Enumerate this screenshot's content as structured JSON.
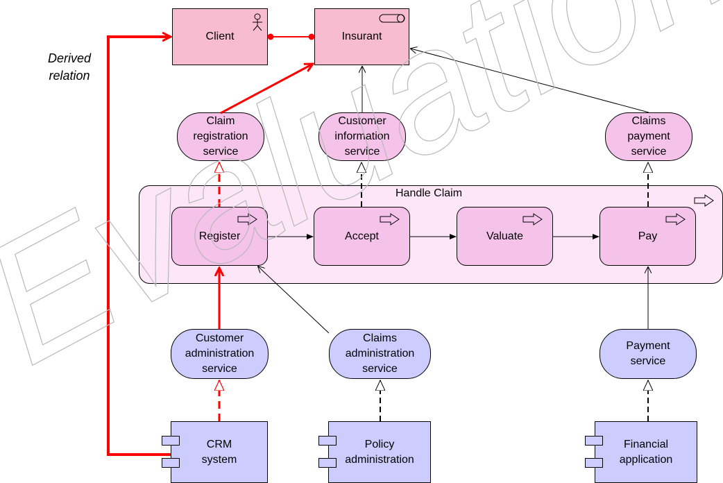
{
  "watermark": "Evaluation",
  "note": {
    "derived_relation": "Derived\nrelation"
  },
  "business_layer": {
    "actor": "Client",
    "role": "Insurant"
  },
  "business_services": {
    "claim_registration": "Claim\nregistration\nservice",
    "customer_information": "Customer\ninformation\nservice",
    "claims_payment": "Claims\npayment\nservice"
  },
  "process": {
    "container": "Handle Claim",
    "steps": {
      "register": "Register",
      "accept": "Accept",
      "valuate": "Valuate",
      "pay": "Pay"
    }
  },
  "application_services": {
    "customer_administration": "Customer\nadministration\nservice",
    "claims_administration": "Claims\nadministration\nservice",
    "payment": "Payment\nservice"
  },
  "components": {
    "crm": "CRM\nsystem",
    "policy": "Policy\nadministration",
    "financial": "Financial\napplication"
  },
  "colors": {
    "business_actor_role": "#f7bcd0",
    "business_behaviour": "#f5c2ea",
    "process_container": "#fce6f8",
    "application": "#ccccff",
    "derived_relation": "#ff0000"
  },
  "icons": [
    "actor-icon",
    "role-icon",
    "process-arrow-icon",
    "component-icon"
  ]
}
